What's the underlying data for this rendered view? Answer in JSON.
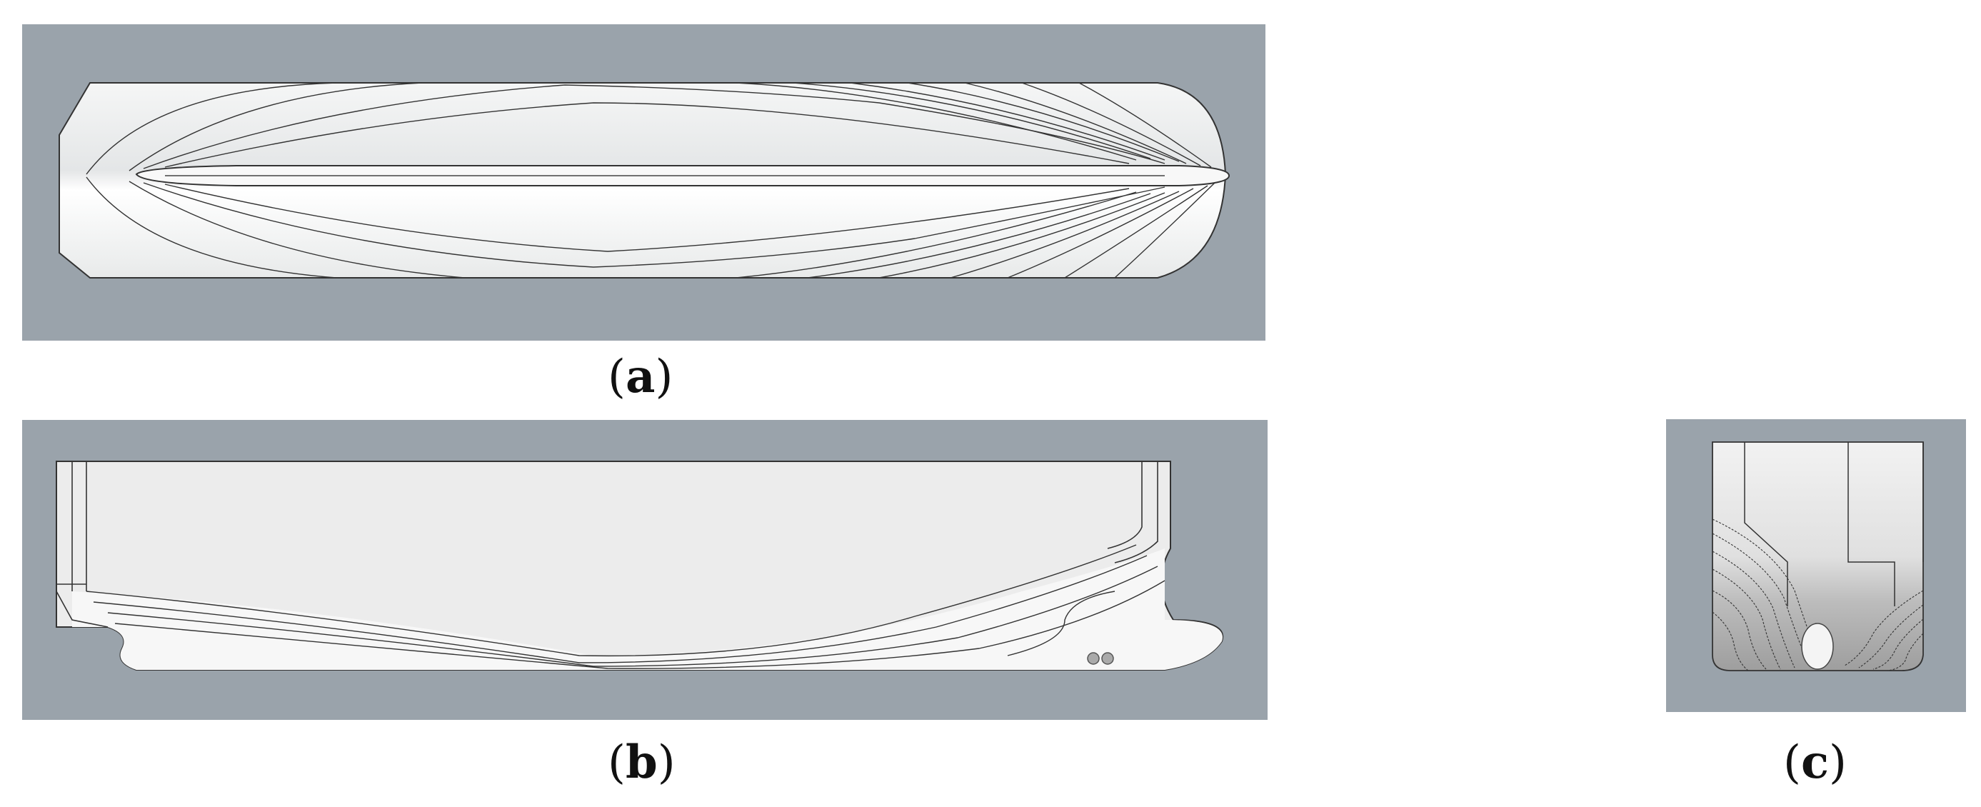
{
  "figure": {
    "panels": [
      {
        "id": "a",
        "label": "a",
        "view": "plan"
      },
      {
        "id": "b",
        "label": "b",
        "view": "profile"
      },
      {
        "id": "c",
        "label": "c",
        "view": "body"
      }
    ],
    "colors": {
      "background_frame": "#9aa3ab",
      "hull_fill": "#f2f3f3",
      "hull_shade": "#d9dbdc",
      "lines": "#2a2a2a"
    }
  }
}
